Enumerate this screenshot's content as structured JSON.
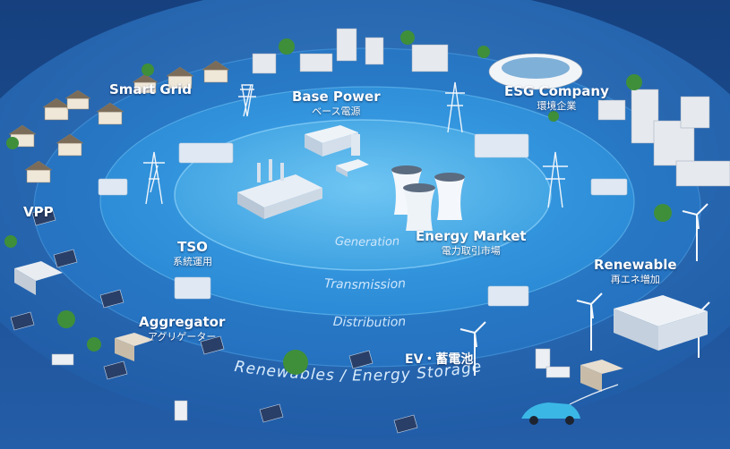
{
  "labels": {
    "smart_grid": {
      "en": "Smart Grid"
    },
    "base_power": {
      "en": "Base Power",
      "jp": "ベース電源"
    },
    "esg_company": {
      "en": "ESG Company",
      "jp": "環境企業"
    },
    "vpp": {
      "en": "VPP"
    },
    "tso": {
      "en": "TSO",
      "jp": "系統運用"
    },
    "energy_market": {
      "en": "Energy Market",
      "jp": "電力取引市場"
    },
    "renewable": {
      "en": "Renewable",
      "jp": "再エネ増加"
    },
    "aggregator": {
      "en": "Aggregator",
      "jp": "アグリゲーター"
    },
    "ev": {
      "en": "EV・蓄電池"
    }
  },
  "rings": {
    "generation": "Generation",
    "transmission": "Transmission",
    "distribution": "Distribution",
    "renewables_storage": "Renewables / Energy Storage"
  },
  "colors": {
    "outer_background": "#1e4f98",
    "outer_ring": "#2f6fb9",
    "distribution_ring": "#2a87d2",
    "transmission_ring": "#3aa2e6",
    "generation_core": "#5bb9ef",
    "ring_text": "#cfe6fb",
    "label_text": "#ffffff"
  }
}
